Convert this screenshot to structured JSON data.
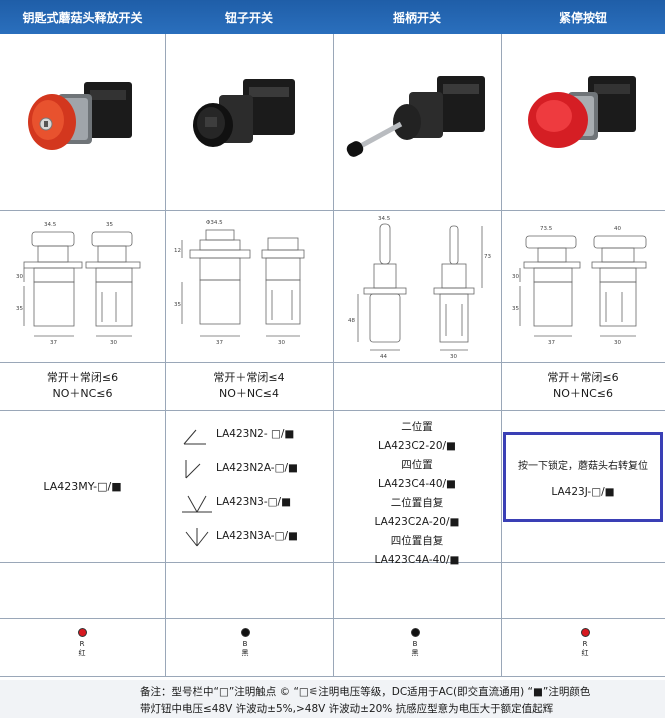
{
  "columns": [
    {
      "title": "钥匙式蘑菇头释放开关"
    },
    {
      "title": "钮子开关"
    },
    {
      "title": "摇柄开关"
    },
    {
      "title": "紧停按钮"
    }
  ],
  "contacts": {
    "col1": {
      "cn": "常开＋常闭≤6",
      "en": "NO＋NC≤6"
    },
    "col2": {
      "cn": "常开＋常闭≤4",
      "en": "NO＋NC≤4"
    },
    "col4": {
      "cn": "常开＋常闭≤6",
      "en": "NO＋NC≤6"
    }
  },
  "models": {
    "col1": "LA423MY-□/■",
    "col2": [
      {
        "angle": "60°",
        "label": "LA423N2- □/■"
      },
      {
        "angle": "45°",
        "label": "LA423N2A-□/■"
      },
      {
        "angle": "60° 60°",
        "label": "LA423N3-□/■"
      },
      {
        "angle": "45° 45°",
        "label": "LA423N3A-□/■"
      }
    ],
    "col3": [
      "二位置",
      "LA423C2-20/■",
      "四位置",
      "LA423C4-40/■",
      "二位置自复",
      "LA423C2A-20/■",
      "四位置自复",
      "LA423C4A-40/■"
    ],
    "col4": {
      "desc": "按一下锁定，蘑菇头右转复位",
      "label": "LA423J-□/■"
    }
  },
  "drawings": {
    "col1": {
      "w1": "34.5",
      "w2": "35",
      "h1": "30",
      "h2": "35",
      "b1": "37",
      "b2": "30"
    },
    "col2": {
      "w1": "Φ34.5",
      "h1": "12",
      "h2": "35",
      "b1": "37",
      "b2": "30"
    },
    "col3": {
      "w1": "34.5",
      "h1": "73",
      "h2": "48",
      "b1": "44",
      "b2": "30"
    },
    "col4": {
      "w1": "73.5",
      "w2": "40",
      "h1": "30",
      "h2": "35",
      "b1": "37",
      "b2": "30"
    }
  },
  "colors": [
    {
      "letter": "R",
      "name": "红",
      "hex": "#d71920"
    },
    {
      "letter": "B",
      "name": "黑",
      "hex": "#111111"
    },
    {
      "letter": "B",
      "name": "黑",
      "hex": "#111111"
    },
    {
      "letter": "R",
      "name": "红",
      "hex": "#d71920"
    }
  ],
  "footer": {
    "line1": "备注：型号栏中“□”注明触点 ©  “□⚟注明电压等级，DC适用于AC(即交直流通用)  “■”注明颜色",
    "line2": "带灯钮中电压≤48V 许波动±5%,>48V 许波动±20%      抗感应型意为电压大于额定值起辉"
  },
  "theme": {
    "header": "#2a6fbd",
    "highlight": "#3a3fb5"
  }
}
